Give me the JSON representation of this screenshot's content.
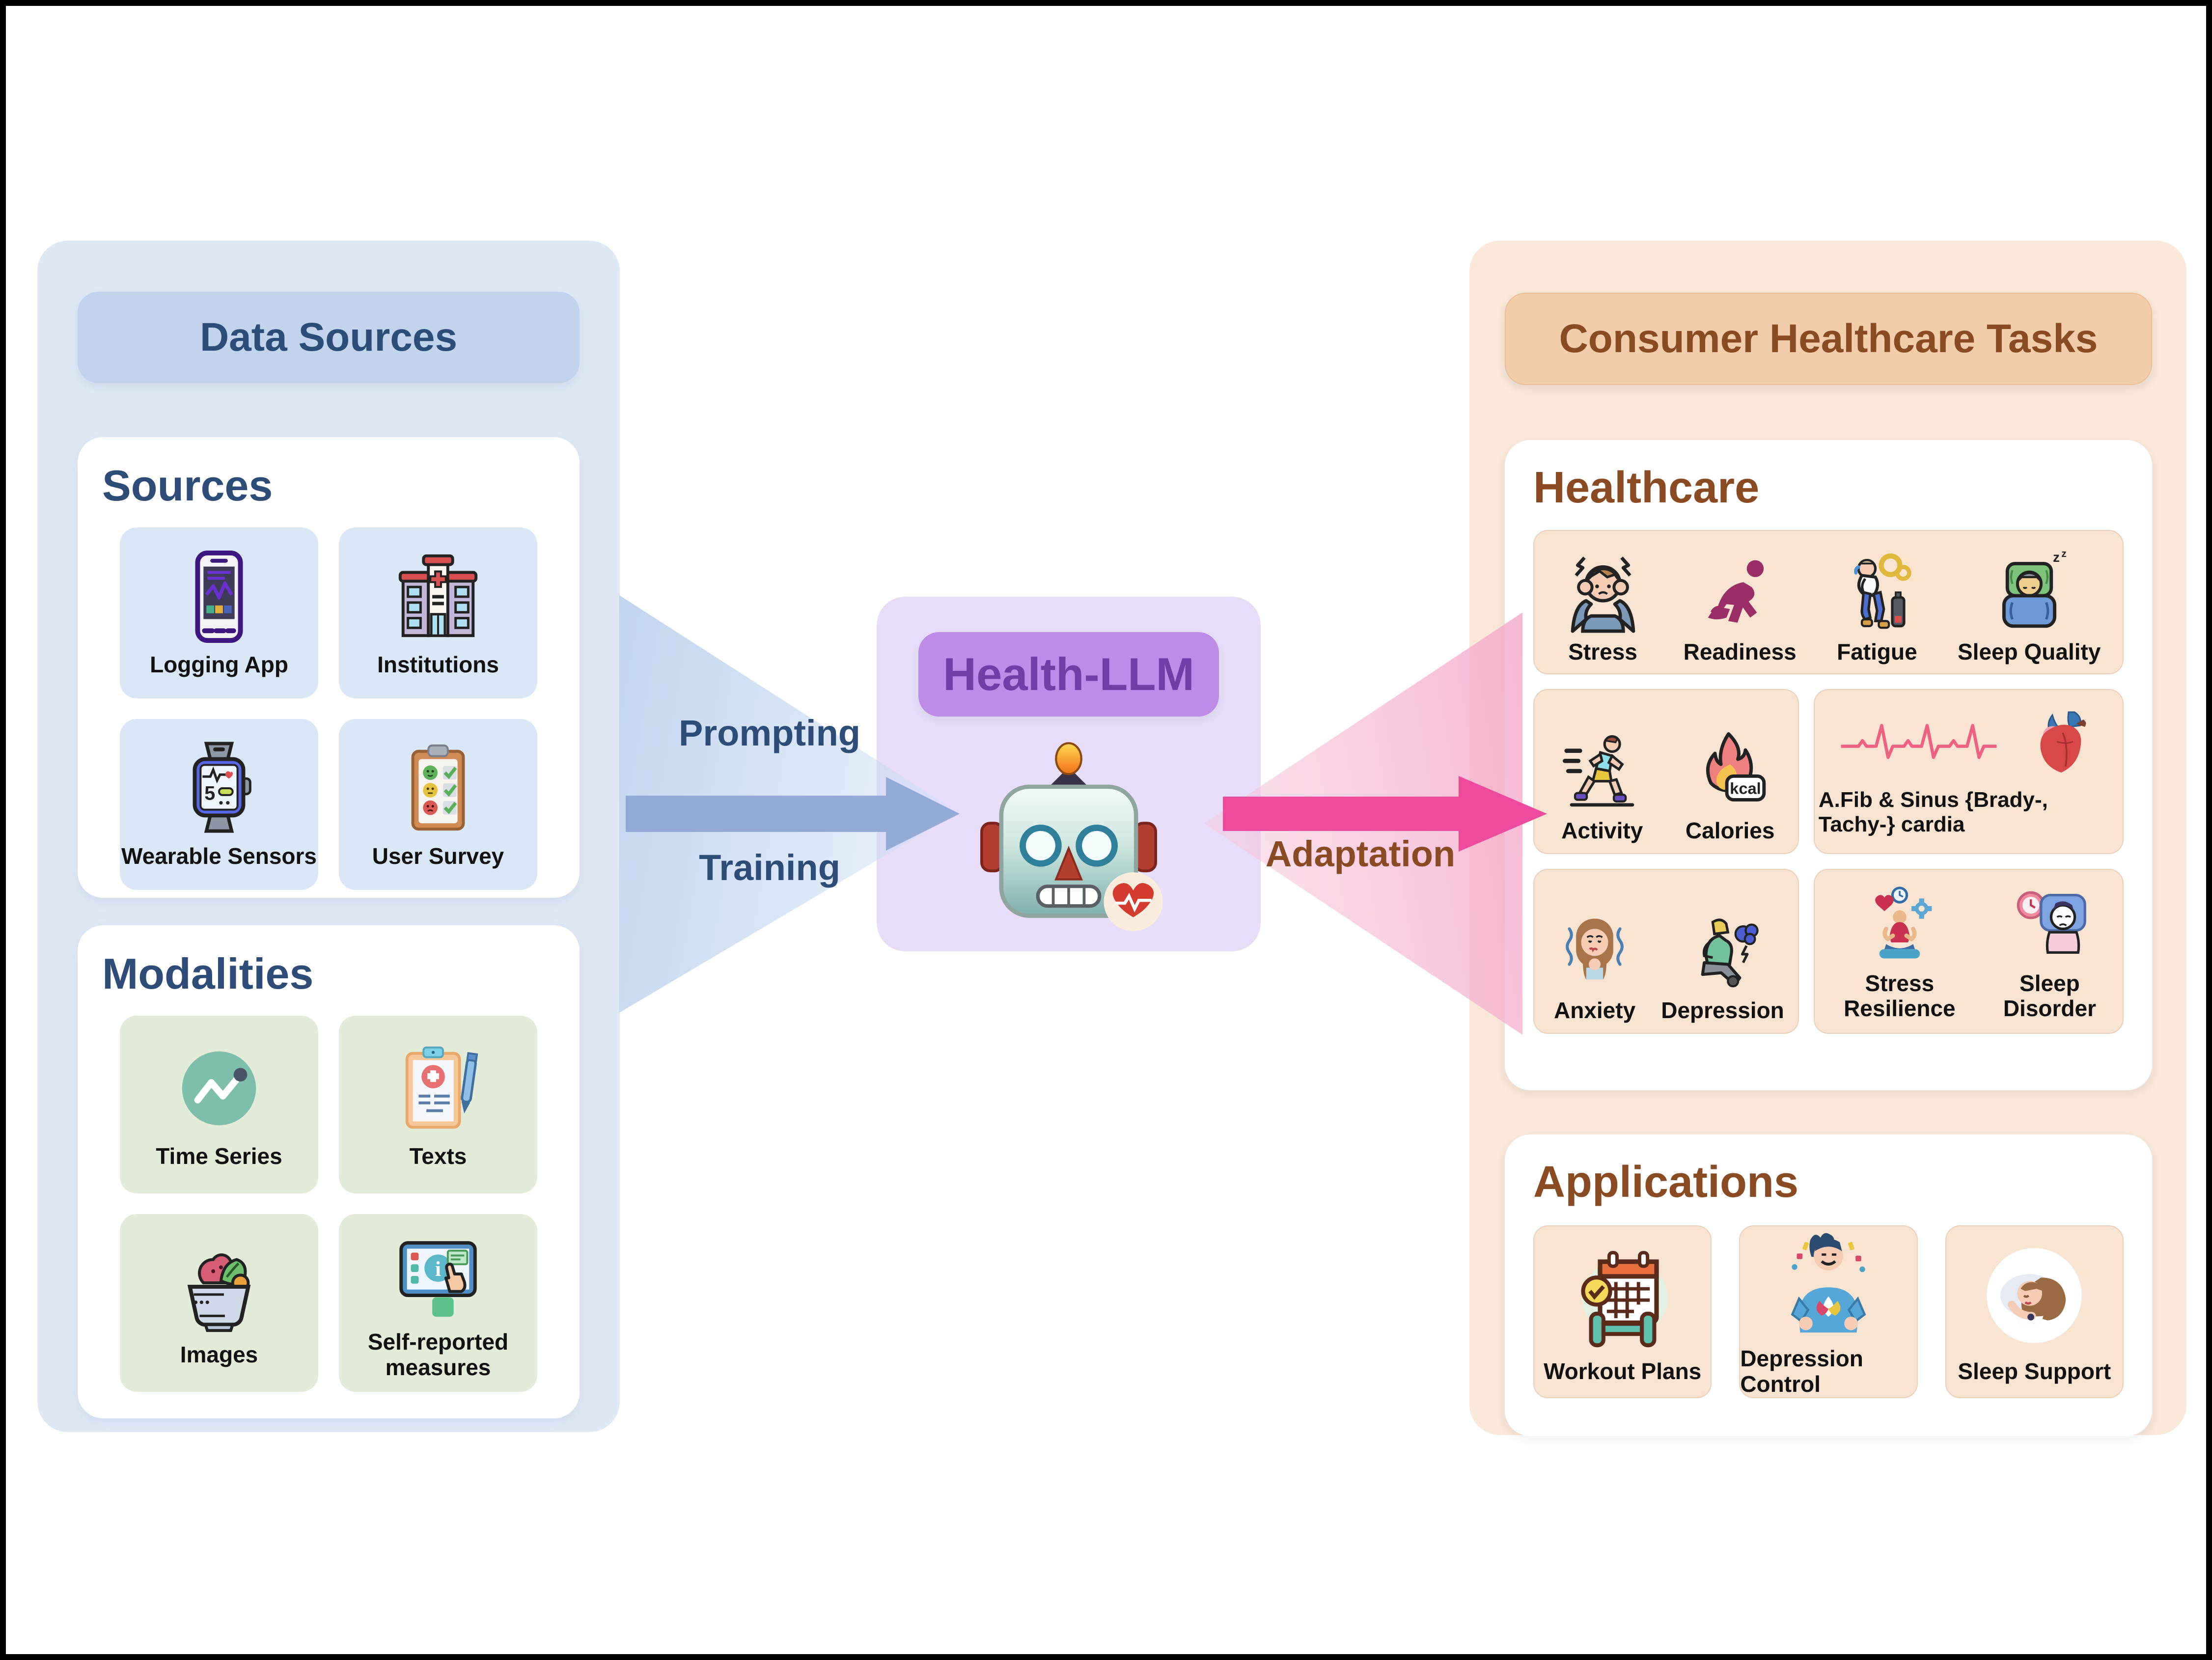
{
  "left_panel": {
    "header": "Data Sources",
    "sources": {
      "title": "Sources",
      "items": [
        {
          "label": "Logging App",
          "icon": "smartphone-logging-icon"
        },
        {
          "label": "Institutions",
          "icon": "hospital-icon"
        },
        {
          "label": "Wearable Sensors",
          "icon": "smartwatch-icon"
        },
        {
          "label": "User Survey",
          "icon": "survey-clipboard-icon"
        }
      ]
    },
    "modalities": {
      "title": "Modalities",
      "items": [
        {
          "label": "Time Series",
          "icon": "time-series-icon"
        },
        {
          "label": "Texts",
          "icon": "medical-report-icon"
        },
        {
          "label": "Images",
          "icon": "salad-bowl-icon"
        },
        {
          "label": "Self-reported measures",
          "icon": "tablet-input-icon"
        }
      ]
    }
  },
  "center": {
    "model_name": "Health-LLM",
    "robot_icon": "robot-face-icon",
    "badge_icon": "heart-pulse-icon",
    "flow_labels": {
      "prompting": "Prompting",
      "training": "Training",
      "adaptation": "Adaptation"
    }
  },
  "right_panel": {
    "header": "Consumer Healthcare Tasks",
    "healthcare": {
      "title": "Healthcare",
      "tasks": [
        {
          "label": "Stress",
          "icon": "stressed-person-icon"
        },
        {
          "label": "Readiness",
          "icon": "sprinter-icon"
        },
        {
          "label": "Fatigue",
          "icon": "tired-person-icon"
        },
        {
          "label": "Sleep Quality",
          "icon": "sleeping-bed-icon"
        },
        {
          "label": "Activity",
          "icon": "runner-icon"
        },
        {
          "label": "Calories",
          "icon": "kcal-flame-icon"
        },
        {
          "label": "A.Fib & Sinus {Brady-, Tachy-} cardia",
          "icon": "ecg-heart-icon"
        },
        {
          "label": "Anxiety",
          "icon": "anxious-woman-icon"
        },
        {
          "label": "Depression",
          "icon": "depressed-person-icon"
        },
        {
          "label": "Stress Resilience",
          "icon": "meditation-icon"
        },
        {
          "label": "Sleep Disorder",
          "icon": "insomnia-icon"
        }
      ]
    },
    "applications": {
      "title": "Applications",
      "items": [
        {
          "label": "Workout Plans",
          "icon": "workout-calendar-icon"
        },
        {
          "label": "Depression Control",
          "icon": "happy-person-lotus-icon"
        },
        {
          "label": "Sleep Support",
          "icon": "sleeping-woman-icon"
        }
      ]
    }
  },
  "colors": {
    "left_panel_bg": "#dfe9f6",
    "left_header_bg": "#c2d4ec",
    "navy_text": "#2d4d78",
    "source_card_bg": "#d9e7f6",
    "modality_card_bg": "#e3ecd8",
    "center_bg": "#e9defa",
    "center_header_bg": "#bc8ce8",
    "purple_text": "#6f3fa5",
    "blue_arrow": "#93a9d6",
    "pink_arrow": "#ee4a9e",
    "right_panel_bg": "#f9e7d7",
    "right_header_bg": "#f2cda9",
    "brown_text": "#8a4a22",
    "task_card_bg": "#f9e4d2"
  }
}
